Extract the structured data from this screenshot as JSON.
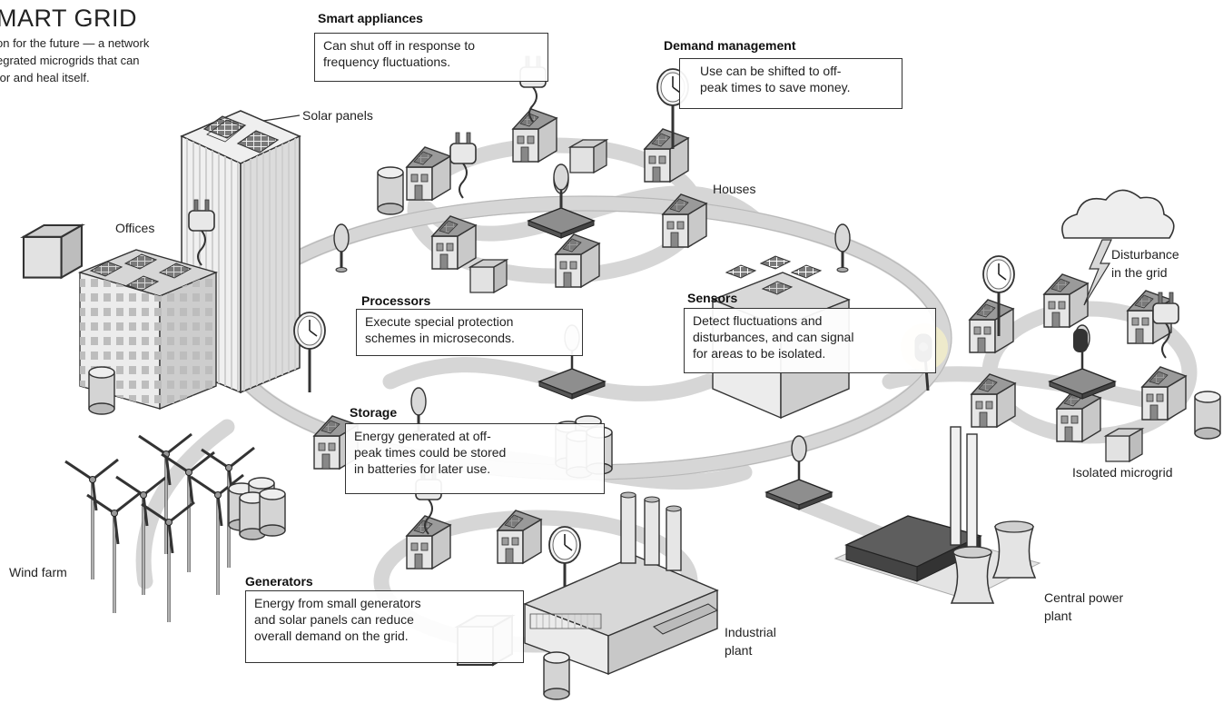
{
  "header": {
    "title": "MART GRID",
    "intro_lines": [
      "on for the future — a network",
      "egrated microgrids that can",
      "tor and heal itself."
    ]
  },
  "callouts": {
    "smart_appliances": {
      "title": "Smart appliances",
      "lines": [
        "Can shut off in response to",
        "frequency fluctuations."
      ]
    },
    "demand_management": {
      "title": "Demand management",
      "lines": [
        "Use can be shifted to off-",
        "peak times to save money."
      ]
    },
    "processors": {
      "title": "Processors",
      "lines": [
        "Execute special protection",
        "schemes in microseconds."
      ]
    },
    "sensors": {
      "title": "Sensors",
      "lines": [
        "Detect fluctuations and",
        "disturbances, and can signal",
        "for areas to be isolated."
      ]
    },
    "storage": {
      "title": "Storage",
      "lines": [
        "Energy generated at off-",
        "peak times could be stored",
        "in batteries for later use."
      ]
    },
    "generators": {
      "title": "Generators",
      "lines": [
        "Energy from small generators",
        "and solar panels can reduce",
        "overall demand on the grid."
      ]
    }
  },
  "labels": {
    "solar_panels": "Solar panels",
    "offices": "Offices",
    "houses": "Houses",
    "disturbance": [
      "Disturbance",
      "in the grid"
    ],
    "isolated_microgrid": "Isolated microgrid",
    "wind_farm": "Wind farm",
    "central_power_plant": [
      "Central power",
      "plant"
    ],
    "industrial_plant": [
      "Industrial",
      "plant"
    ]
  },
  "colors": {
    "ink": "#222222",
    "grid_band": "#d6d6d6",
    "building": "#e6e6e6",
    "roof": "#9a9a9a",
    "panel": "#7a7a7a",
    "cloud": "#eeeeee",
    "glow": "#f4efc8"
  },
  "icons": [
    "solar-panel-icon",
    "plug-icon",
    "clock-meter-icon",
    "sensor-pin-icon",
    "processor-chip-icon",
    "battery-tank-icon",
    "wind-turbine-icon",
    "cooling-tower-icon",
    "cloud-icon",
    "lightning-icon",
    "traffic-signal-icon"
  ]
}
